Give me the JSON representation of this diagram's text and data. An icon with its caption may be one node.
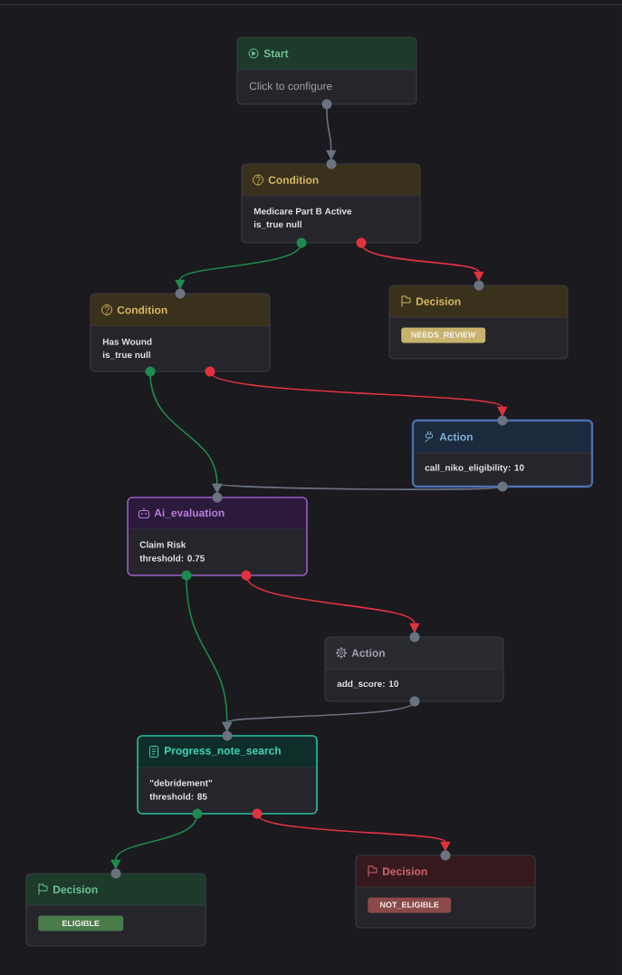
{
  "diagram": {
    "nodes": [
      {
        "text": [
          "Start",
          "Click to configure"
        ]
      },
      {
        "text": [
          "Condition",
          "Medicare Part B Active",
          "is_true null"
        ]
      },
      {
        "text": [
          "Condition",
          "Has Wound",
          "is_true null"
        ]
      },
      {
        "text": [
          "Decision",
          "NEEDS_REVIEW"
        ]
      },
      {
        "text": [
          "Action",
          "call_niko_eligibility: 10"
        ]
      },
      {
        "text": [
          "Ai_evaluation",
          "Claim Risk",
          "threshold: 0.75"
        ]
      },
      {
        "text": [
          "Action",
          "add_score: 10"
        ]
      },
      {
        "text": [
          "Progress_note_search",
          "\"debridement\"",
          "threshold: 85"
        ]
      },
      {
        "text": [
          "Decision",
          "ELIGIBLE"
        ]
      },
      {
        "text": [
          "Decision",
          "NOT_ELIGIBLE"
        ]
      }
    ],
    "edges": [
      {
        "from": 0,
        "to": 1,
        "arrow": "to"
      },
      {
        "from": 1,
        "to": 2,
        "arrow": "to",
        "color": "#1f8a4f"
      },
      {
        "from": 1,
        "to": 3,
        "arrow": "to",
        "color": "#e0323f"
      },
      {
        "from": 2,
        "to": 5,
        "arrow": "to",
        "color": "#1f8a4f"
      },
      {
        "from": 2,
        "to": 4,
        "arrow": "to",
        "color": "#e0323f"
      },
      {
        "from": 4,
        "to": 5,
        "arrow": "to"
      },
      {
        "from": 5,
        "to": 7,
        "arrow": "to",
        "color": "#1f8a4f"
      },
      {
        "from": 5,
        "to": 6,
        "arrow": "to",
        "color": "#e0323f"
      },
      {
        "from": 6,
        "to": 7,
        "arrow": "to"
      },
      {
        "from": 7,
        "to": 8,
        "arrow": "to",
        "color": "#1f8a4f"
      },
      {
        "from": 7,
        "to": 9,
        "arrow": "to",
        "color": "#e0323f"
      }
    ]
  }
}
